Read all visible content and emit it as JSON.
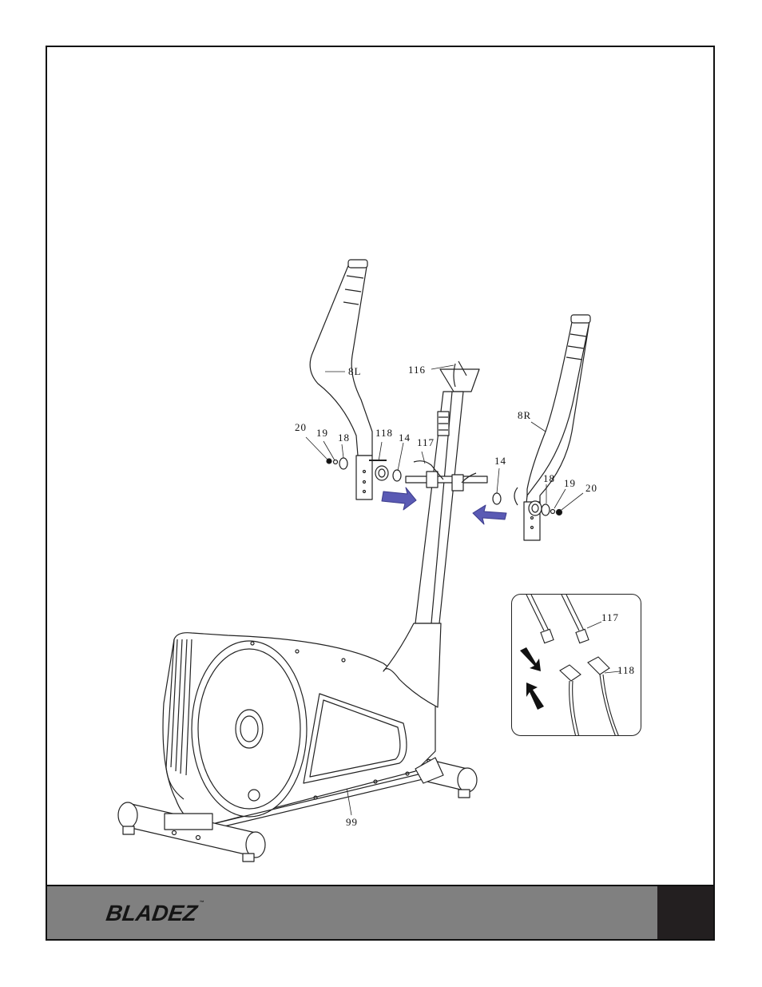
{
  "callouts": {
    "c8L": "8L",
    "c116": "116",
    "c8R": "8R",
    "c20L": "20",
    "c19L": "19",
    "c18L": "18",
    "c118": "118",
    "c14L": "14",
    "c117": "117",
    "c14R": "14",
    "c18R": "18",
    "c19R": "19",
    "c20R": "20",
    "c99": "99"
  },
  "inset": {
    "c117": "117",
    "c118": "118"
  },
  "footer": {
    "brand": "BLADEZ",
    "brand_mark": "™"
  },
  "colors": {
    "arrow_blue": "#4a4aa8",
    "footer_gray": "#808080",
    "footer_black": "#231f20"
  }
}
